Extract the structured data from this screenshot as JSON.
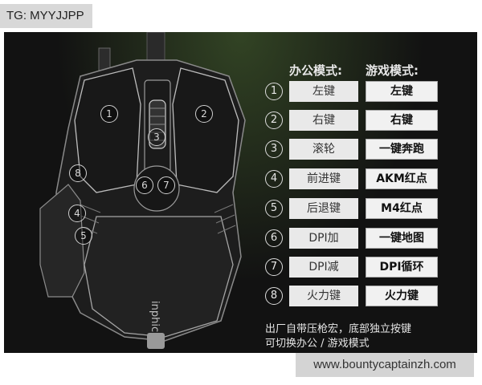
{
  "tag": "TG: MYYJJPP",
  "watermark": "www.bountycaptainzh.com",
  "headers": {
    "office": "办公模式:",
    "game": "游戏模式:"
  },
  "rows": [
    {
      "num": "1",
      "office": "左键",
      "game": "左键"
    },
    {
      "num": "2",
      "office": "右键",
      "game": "右键"
    },
    {
      "num": "3",
      "office": "滚轮",
      "game": "一键奔跑"
    },
    {
      "num": "4",
      "office": "前进键",
      "game": "AKM红点"
    },
    {
      "num": "5",
      "office": "后退键",
      "game": "M4红点"
    },
    {
      "num": "6",
      "office": "DPI加",
      "game": "一键地图"
    },
    {
      "num": "7",
      "office": "DPI减",
      "game": "DPI循环"
    },
    {
      "num": "8",
      "office": "火力键",
      "game": "火力键"
    }
  ],
  "note": {
    "line1": "出厂自带压枪宏，底部独立按键",
    "line2": "可切换办公 / 游戏模式"
  },
  "mouse_labels": [
    "1",
    "2",
    "3",
    "6",
    "7",
    "8",
    "4",
    "5"
  ],
  "brand": "inphic",
  "colors": {
    "background": "#121212",
    "accent_glow": "#6ea046"
  }
}
